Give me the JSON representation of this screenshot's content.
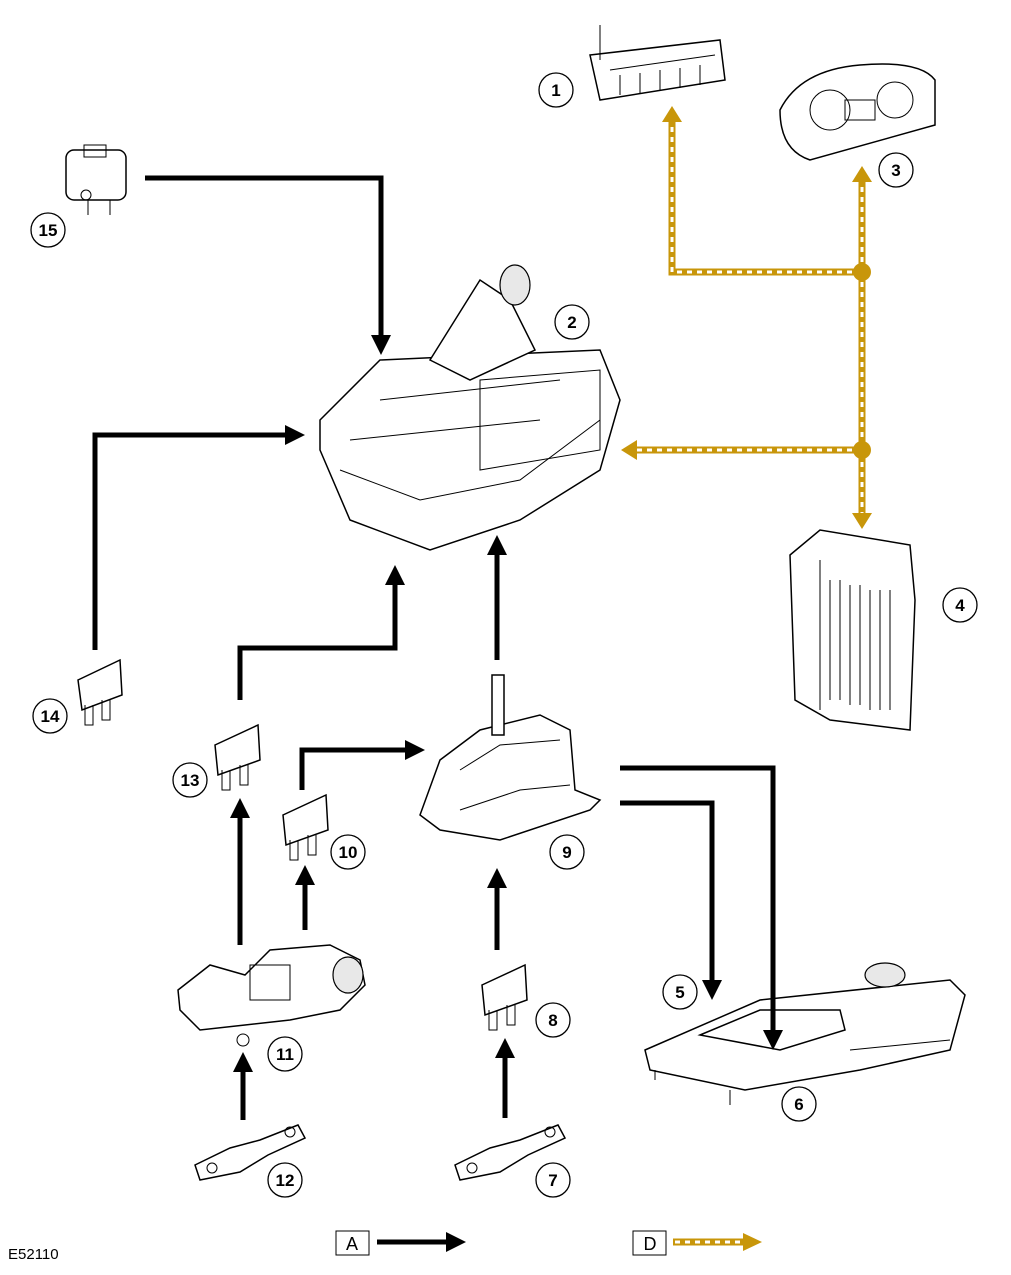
{
  "figure_id": "E52110",
  "colors": {
    "control_line": "#000000",
    "can_bus": "#c8960a"
  },
  "callouts": [
    "1",
    "2",
    "3",
    "4",
    "5",
    "6",
    "7",
    "8",
    "9",
    "10",
    "11",
    "12",
    "13",
    "14",
    "15"
  ],
  "legend": [
    {
      "key": "A",
      "line": "solid-black-arrow"
    },
    {
      "key": "D",
      "line": "dashed-gold-arrow"
    }
  ]
}
